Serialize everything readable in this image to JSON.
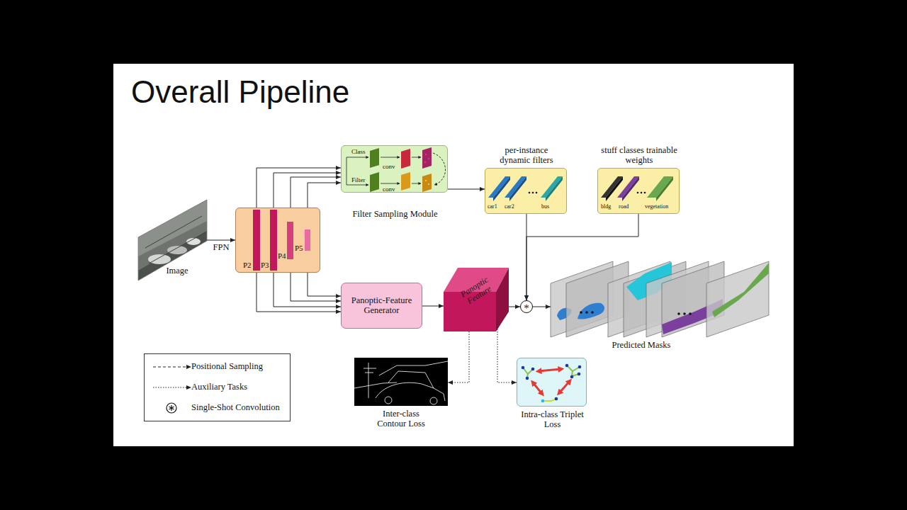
{
  "diagram": {
    "title": "Overall Pipeline",
    "nodes": [
      {
        "text": [
          "Filter Sampling Module",
          "Class",
          "conv",
          "Filter",
          "conv"
        ]
      },
      {
        "text": [
          "per-instance dynamic filters",
          "car1",
          "car2",
          "bus"
        ]
      },
      {
        "text": [
          "stuff classes trainable weights",
          "bldg",
          "road",
          "vegetation"
        ]
      },
      {
        "text": [
          "Image"
        ]
      },
      {
        "text": [
          "P2",
          "P3",
          "P4",
          "P5"
        ]
      },
      {
        "text": [
          "Panoptic-Feature Generator"
        ]
      },
      {
        "text": [
          "Panoptic Feature"
        ]
      },
      {
        "text": [
          "*"
        ]
      },
      {
        "text": [
          "Predicted Masks"
        ]
      },
      {
        "text": [
          "Inter-class Contour Loss"
        ]
      },
      {
        "text": [
          "Intra-class Triplet Loss"
        ]
      }
    ],
    "edges": [
      {
        "from": 3,
        "to": 4,
        "label": "FPN",
        "arrow": "to"
      },
      {
        "from": 4,
        "to": 0,
        "arrow": "to"
      },
      {
        "from": 4,
        "to": 5,
        "arrow": "to"
      },
      {
        "from": 0,
        "to": 1,
        "arrow": "to"
      },
      {
        "from": 5,
        "to": 6,
        "arrow": "to"
      },
      {
        "from": 6,
        "to": 7,
        "arrow": "to"
      },
      {
        "from": 1,
        "to": 7,
        "arrow": "to"
      },
      {
        "from": 2,
        "to": 7,
        "arrow": "to"
      },
      {
        "from": 7,
        "to": 8,
        "arrow": "to"
      },
      {
        "from": 6,
        "to": 9,
        "arrow": "to"
      },
      {
        "from": 6,
        "to": 10,
        "arrow": "to"
      }
    ],
    "legend": [
      {
        "text": "Positional Sampling"
      },
      {
        "text": "Auxiliary Tasks"
      },
      {
        "text": "Single-Shot Convolution"
      }
    ]
  }
}
